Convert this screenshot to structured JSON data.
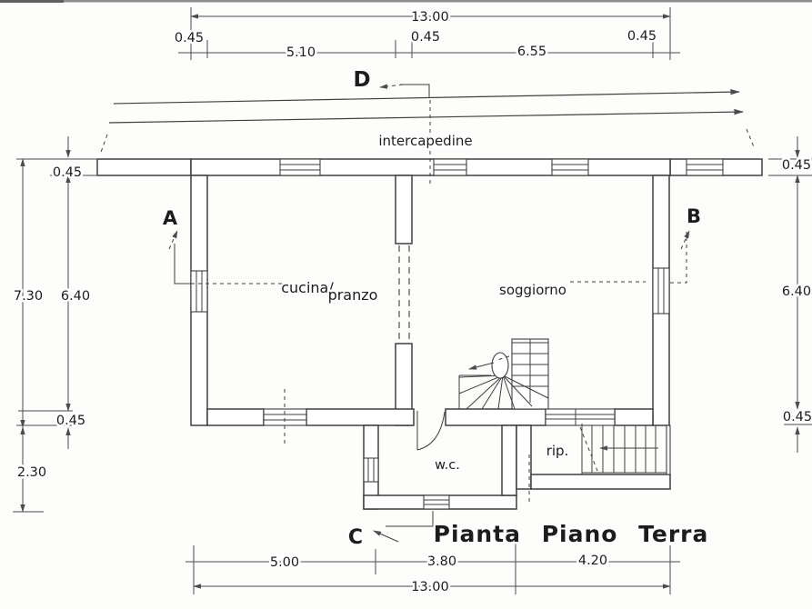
{
  "title": "Pianta Piano Terra",
  "labels": {
    "intercapedine": "intercapedine",
    "cucina": "cucina/",
    "pranzo": "pranzo",
    "soggiorno": "soggiorno",
    "wc": "w.c.",
    "rip": "rip."
  },
  "sections": {
    "a": "A",
    "b": "B",
    "c": "C",
    "d": "D"
  },
  "dims": {
    "top_total": "13.00",
    "top_wall_l": "0.45",
    "top_span_l": "5.10",
    "top_wall_m": "0.45",
    "top_span_r": "6.55",
    "top_wall_r": "0.45",
    "left_wall_t": "0.45",
    "left_total": "7.30",
    "left_inner": "6.40",
    "left_wall_b": "0.45",
    "left_ext": "2.30",
    "right_wall_t": "0.45",
    "right_inner": "6.40",
    "right_wall_b": "0.45",
    "bot_seg1": "5.00",
    "bot_seg2": "3.80",
    "bot_seg3": "4.20",
    "bot_total": "13.00"
  },
  "colors": {
    "paper": "#fdfdfb",
    "line": "#3f3f3f",
    "dim": "#4c4c4c",
    "text": "#1c1c1c"
  }
}
